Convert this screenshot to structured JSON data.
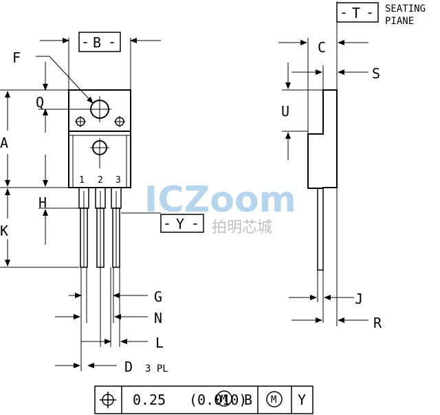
{
  "dimension_labels": {
    "A": "A",
    "B": "B",
    "C": "C",
    "D": "D",
    "F": "F",
    "G": "G",
    "H": "H",
    "J": "J",
    "K": "K",
    "L": "L",
    "N": "N",
    "Q": "Q",
    "R": "R",
    "S": "S",
    "U": "U"
  },
  "datums": {
    "T": "T",
    "Y": "Y",
    "B": "B"
  },
  "datum_dash": "-",
  "seating_plane": [
    "SEATING",
    "PIANE"
  ],
  "pin_numbers": [
    "1",
    "2",
    "3"
  ],
  "d_note": "3 PL",
  "tolerance_frame": {
    "symbol": "position-symbol",
    "value": "0.25",
    "value_alt": "(0.010)",
    "modifier": "M",
    "datum_b": "B",
    "modifier_b": "M",
    "datum_y": "Y"
  },
  "watermark": {
    "logo": "ICZoom",
    "caption": "拍明芯城"
  },
  "colors": {
    "line": "#000000",
    "watermark_logo": "#9cc7e6",
    "watermark_text": "#b9b9b9"
  }
}
